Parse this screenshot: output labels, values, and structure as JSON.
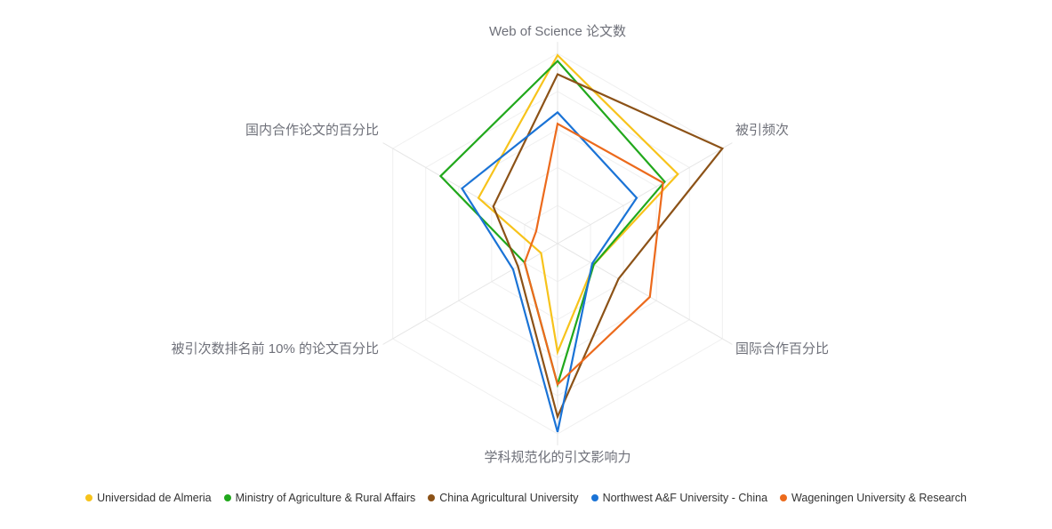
{
  "chart_data": {
    "type": "radar",
    "title": "",
    "indicators": [
      "Web of Science 论文数",
      "被引频次",
      "国际合作百分比",
      "学科规范化的引文影响力",
      "被引次数排名前 10% 的论文百分比",
      "国内合作论文的百分比"
    ],
    "max": 1,
    "legend_position": "bottom",
    "series": [
      {
        "name": "Universidad de Almeria",
        "color": "#f7c31b",
        "values": [
          0.99,
          0.73,
          0.22,
          0.57,
          0.1,
          0.48
        ]
      },
      {
        "name": "Ministry of Agriculture & Rural Affairs",
        "color": "#21a81c",
        "values": [
          0.96,
          0.65,
          0.22,
          0.74,
          0.2,
          0.71
        ]
      },
      {
        "name": "China Agricultural University",
        "color": "#8c5217",
        "values": [
          0.89,
          1.0,
          0.37,
          0.91,
          0.24,
          0.39
        ]
      },
      {
        "name": "Northwest A&F University - China",
        "color": "#1a73d6",
        "values": [
          0.69,
          0.48,
          0.21,
          0.99,
          0.27,
          0.58
        ]
      },
      {
        "name": "Wageningen University & Research",
        "color": "#ec6a1c",
        "values": [
          0.63,
          0.64,
          0.56,
          0.74,
          0.2,
          0.13
        ]
      }
    ]
  }
}
